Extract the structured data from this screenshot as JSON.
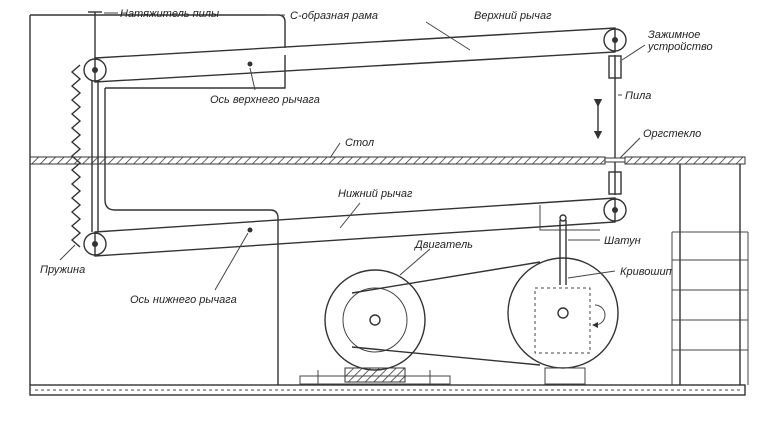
{
  "labels": {
    "saw_tensioner": "Натяжитель пилы",
    "c_frame": "С-образная рама",
    "upper_lever": "Верхний рычаг",
    "clamp_1": "Зажимное",
    "clamp_2": "устройство",
    "upper_pivot": "Ось верхнего рычага",
    "saw": "Пила",
    "table": "Стол",
    "plexiglass": "Оргстекло",
    "lower_lever": "Нижний рычаг",
    "conrod": "Шатун",
    "motor": "Двигатель",
    "crank": "Кривошип",
    "spring": "Пружина",
    "lower_pivot": "Ось нижнего рычага"
  }
}
